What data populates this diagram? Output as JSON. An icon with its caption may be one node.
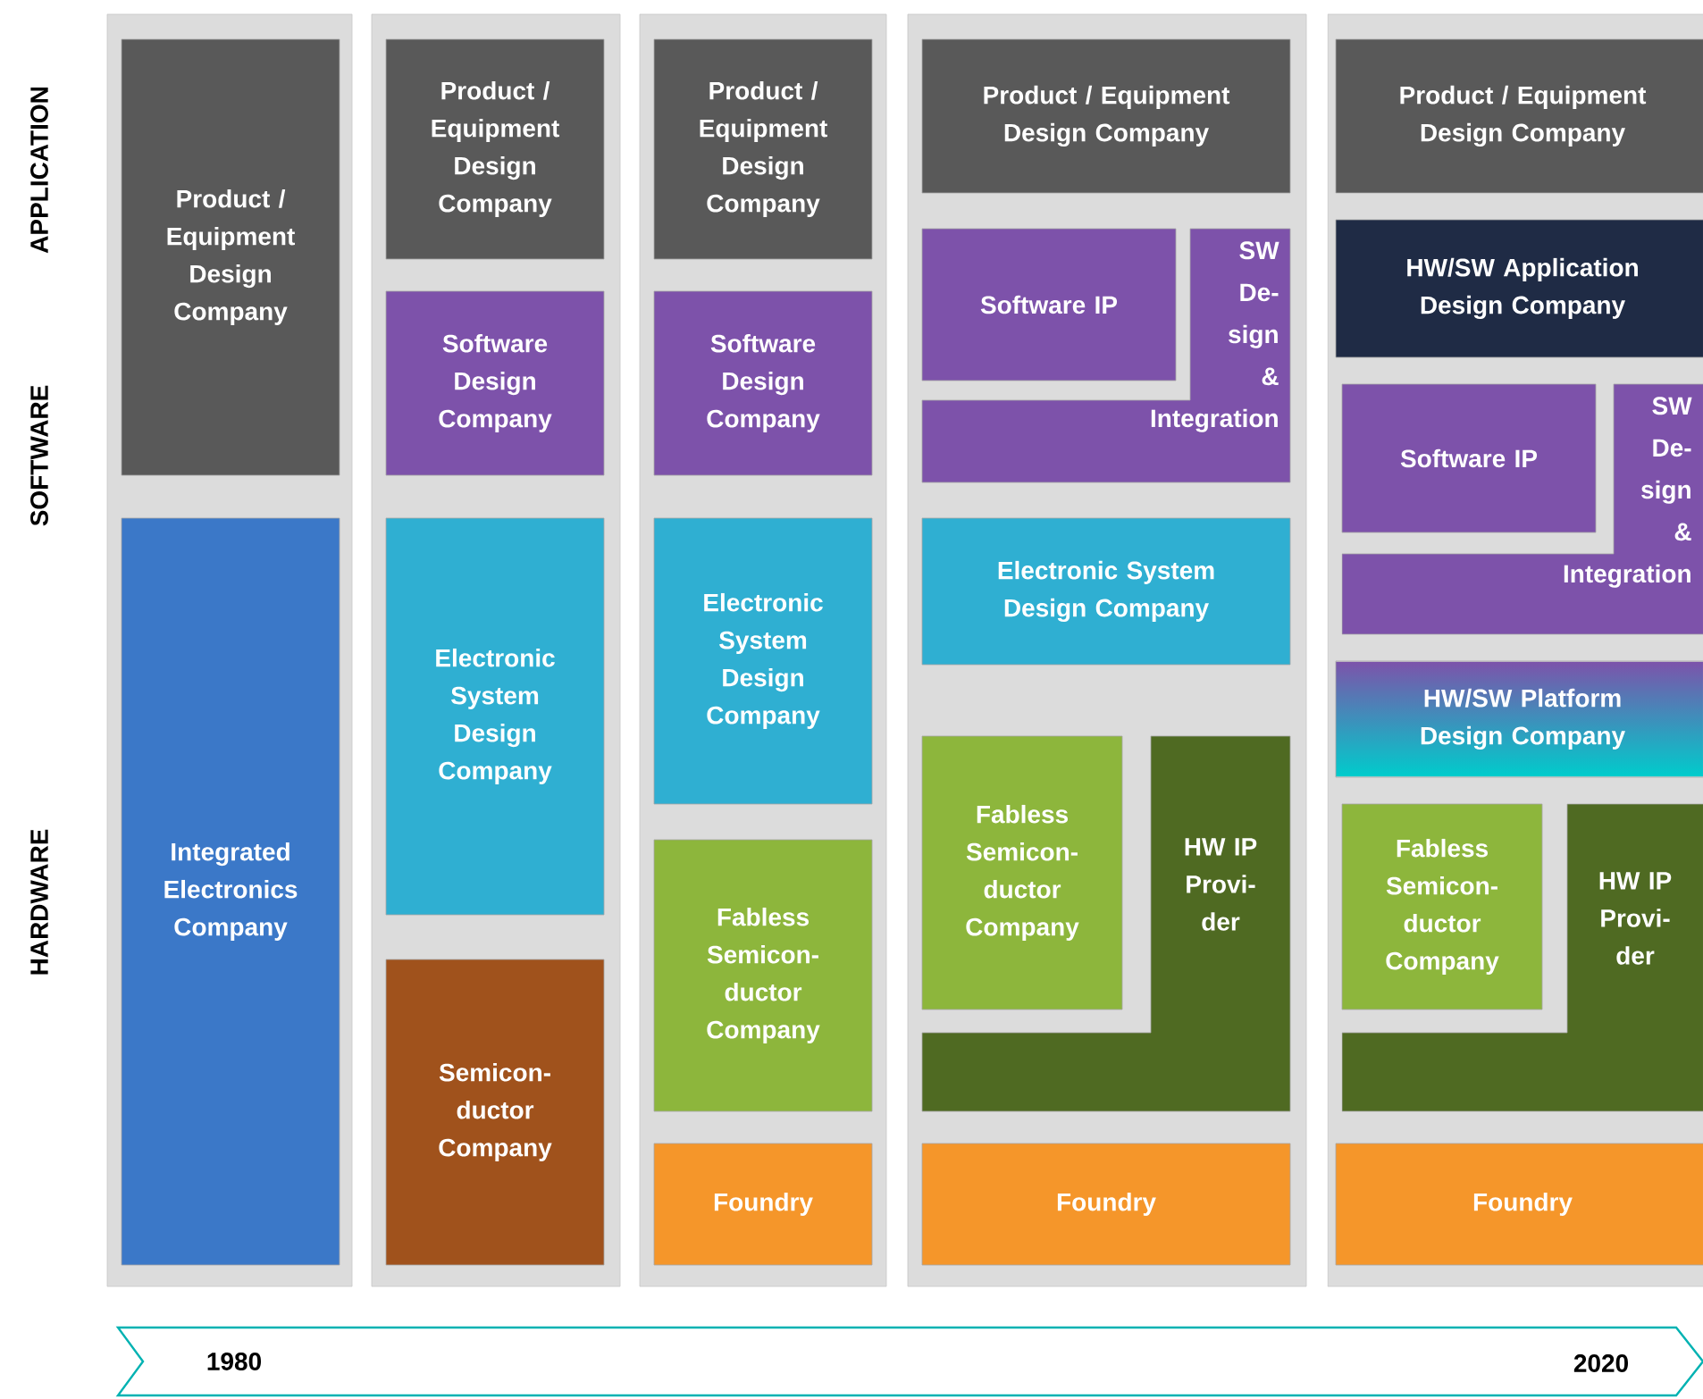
{
  "diagram": {
    "nodes": [
      {
        "text": [],
        "shape": "box"
      },
      {
        "text": [
          "Product / Equipment Design Company"
        ],
        "in": 0
      },
      {
        "text": [
          "Integrated Electronics Company"
        ],
        "in": 0
      },
      {
        "text": [],
        "shape": "box"
      },
      {
        "text": [
          "Product / Equipment Design Company"
        ],
        "in": 3
      },
      {
        "text": [
          "Software Design Company"
        ],
        "in": 3
      },
      {
        "text": [
          "Electronic System Design Company"
        ],
        "in": 3
      },
      {
        "text": [
          "Semicon- ductor Company"
        ],
        "in": 3
      },
      {
        "text": [],
        "shape": "box"
      },
      {
        "text": [
          "Product / Equipment Design Company"
        ],
        "in": 8
      },
      {
        "text": [
          "Software Design Company"
        ],
        "in": 8
      },
      {
        "text": [
          "Electronic System Design Company"
        ],
        "in": 8
      },
      {
        "text": [
          "Fabless Semicon- ductor Company"
        ],
        "in": 8
      },
      {
        "text": [
          "Foundry"
        ],
        "in": 8
      },
      {
        "text": [],
        "shape": "box"
      },
      {
        "text": [
          "Product / Equipment Design Company"
        ],
        "in": 14
      },
      {
        "text": [
          "Software IP"
        ],
        "in": 14
      },
      {
        "text": [
          "SW De- sign & Integration"
        ],
        "in": 14
      },
      {
        "text": [
          "Electronic System Design Company"
        ],
        "in": 14
      },
      {
        "text": [
          "Fabless Semicon- ductor Company"
        ],
        "in": 14
      },
      {
        "text": [
          "HW IP Provi- der"
        ],
        "in": 14
      },
      {
        "text": [
          "Foundry"
        ],
        "in": 14
      },
      {
        "text": [],
        "shape": "box"
      },
      {
        "text": [
          "Product / Equipment Design Company"
        ],
        "in": 22
      },
      {
        "text": [
          "HW/SW Application Design Company"
        ],
        "in": 22
      },
      {
        "text": [
          "Software IP"
        ],
        "in": 22
      },
      {
        "text": [
          "SW De- sign & Integration"
        ],
        "in": 22
      },
      {
        "text": [
          "HW/SW Platform Design Company"
        ],
        "in": 22
      },
      {
        "text": [
          "Fabless Semicon- ductor Company"
        ],
        "in": 22
      },
      {
        "text": [
          "HW IP Provi- der"
        ],
        "in": 22
      },
      {
        "text": [
          "Foundry"
        ],
        "in": 22
      }
    ],
    "labels": [
      "APPLICATION",
      "SOFTWARE",
      "HARDWARE",
      "1980",
      "2020"
    ]
  }
}
